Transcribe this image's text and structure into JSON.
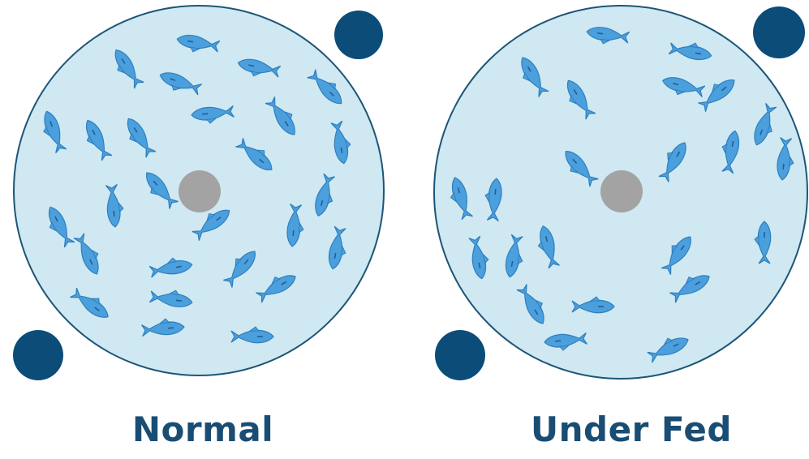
{
  "panels": [
    {
      "id": "normal",
      "label": "Normal"
    },
    {
      "id": "underfed",
      "label": "Under Fed"
    }
  ],
  "colors": {
    "tank_fill": "#cfe8f1",
    "tank_stroke": "#1d5577",
    "fish_fill": "#4c9fdd",
    "fish_stroke": "#2f7fbd",
    "drain": "#a3a3a3",
    "nozzle": "#0b4c79",
    "caption": "#1a4d74"
  }
}
